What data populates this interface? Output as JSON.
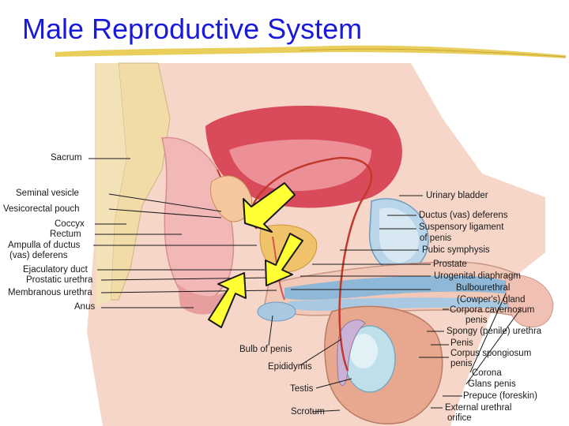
{
  "title": "Male Reproductive System",
  "colors": {
    "title": "#1a1adb",
    "underline": "#e7c94a",
    "arrow_fill": "#ffff33",
    "arrow_stroke": "#1a1a1a",
    "tissue_pink": "#e8a3a3",
    "bladder_red": "#d94a5a",
    "bone_beige": "#f1dca8",
    "rectum_pink": "#f2b8b8",
    "testis_blue": "#bfe0ea",
    "blue_vessels": "#8fb8d8"
  },
  "labels_left": {
    "sacrum": "Sacrum",
    "seminal_vesicle": "Seminal vesicle",
    "vesicorectal_pouch": "Vesicorectal pouch",
    "coccyx": "Coccyx",
    "rectum": "Rectum",
    "ampulla_1": "Ampulla of ductus",
    "ampulla_2": "(vas) deferens",
    "ejaculatory_duct": "Ejaculatory duct",
    "prostatic_urethra": "Prostatic urethra",
    "membranous_urethra": "Membranous urethra",
    "anus": "Anus"
  },
  "labels_right": {
    "urinary_bladder": "Urinary bladder",
    "ductus_deferens": "Ductus (vas) deferens",
    "suspensory_1": "Suspensory ligament",
    "suspensory_2": "of penis",
    "pubic_symphysis": "Pubic symphysis",
    "prostate": "Prostate",
    "urogenital_diaphragm": "Urogenital diaphragm",
    "bulbourethral_1": "Bulbourethral",
    "bulbourethral_2": "(Cowper's) gland",
    "corpora_1": "Corpora cavernosum",
    "corpora_2": "penis",
    "spongy_urethra": "Spongy (penile) urethra",
    "penis": "Penis",
    "corpus_spongiosum_1": "Corpus spongiosum",
    "corpus_spongiosum_2": "penis",
    "corona": "Corona",
    "glans_penis": "Glans penis",
    "prepuce": "Prepuce (foreskin)",
    "external_orifice_1": "External urethral",
    "external_orifice_2": "orifice"
  },
  "labels_bottom": {
    "bulb_of_penis": "Bulb of penis",
    "epididymis": "Epididymis",
    "testis": "Testis",
    "scrotum": "Scrotum"
  }
}
